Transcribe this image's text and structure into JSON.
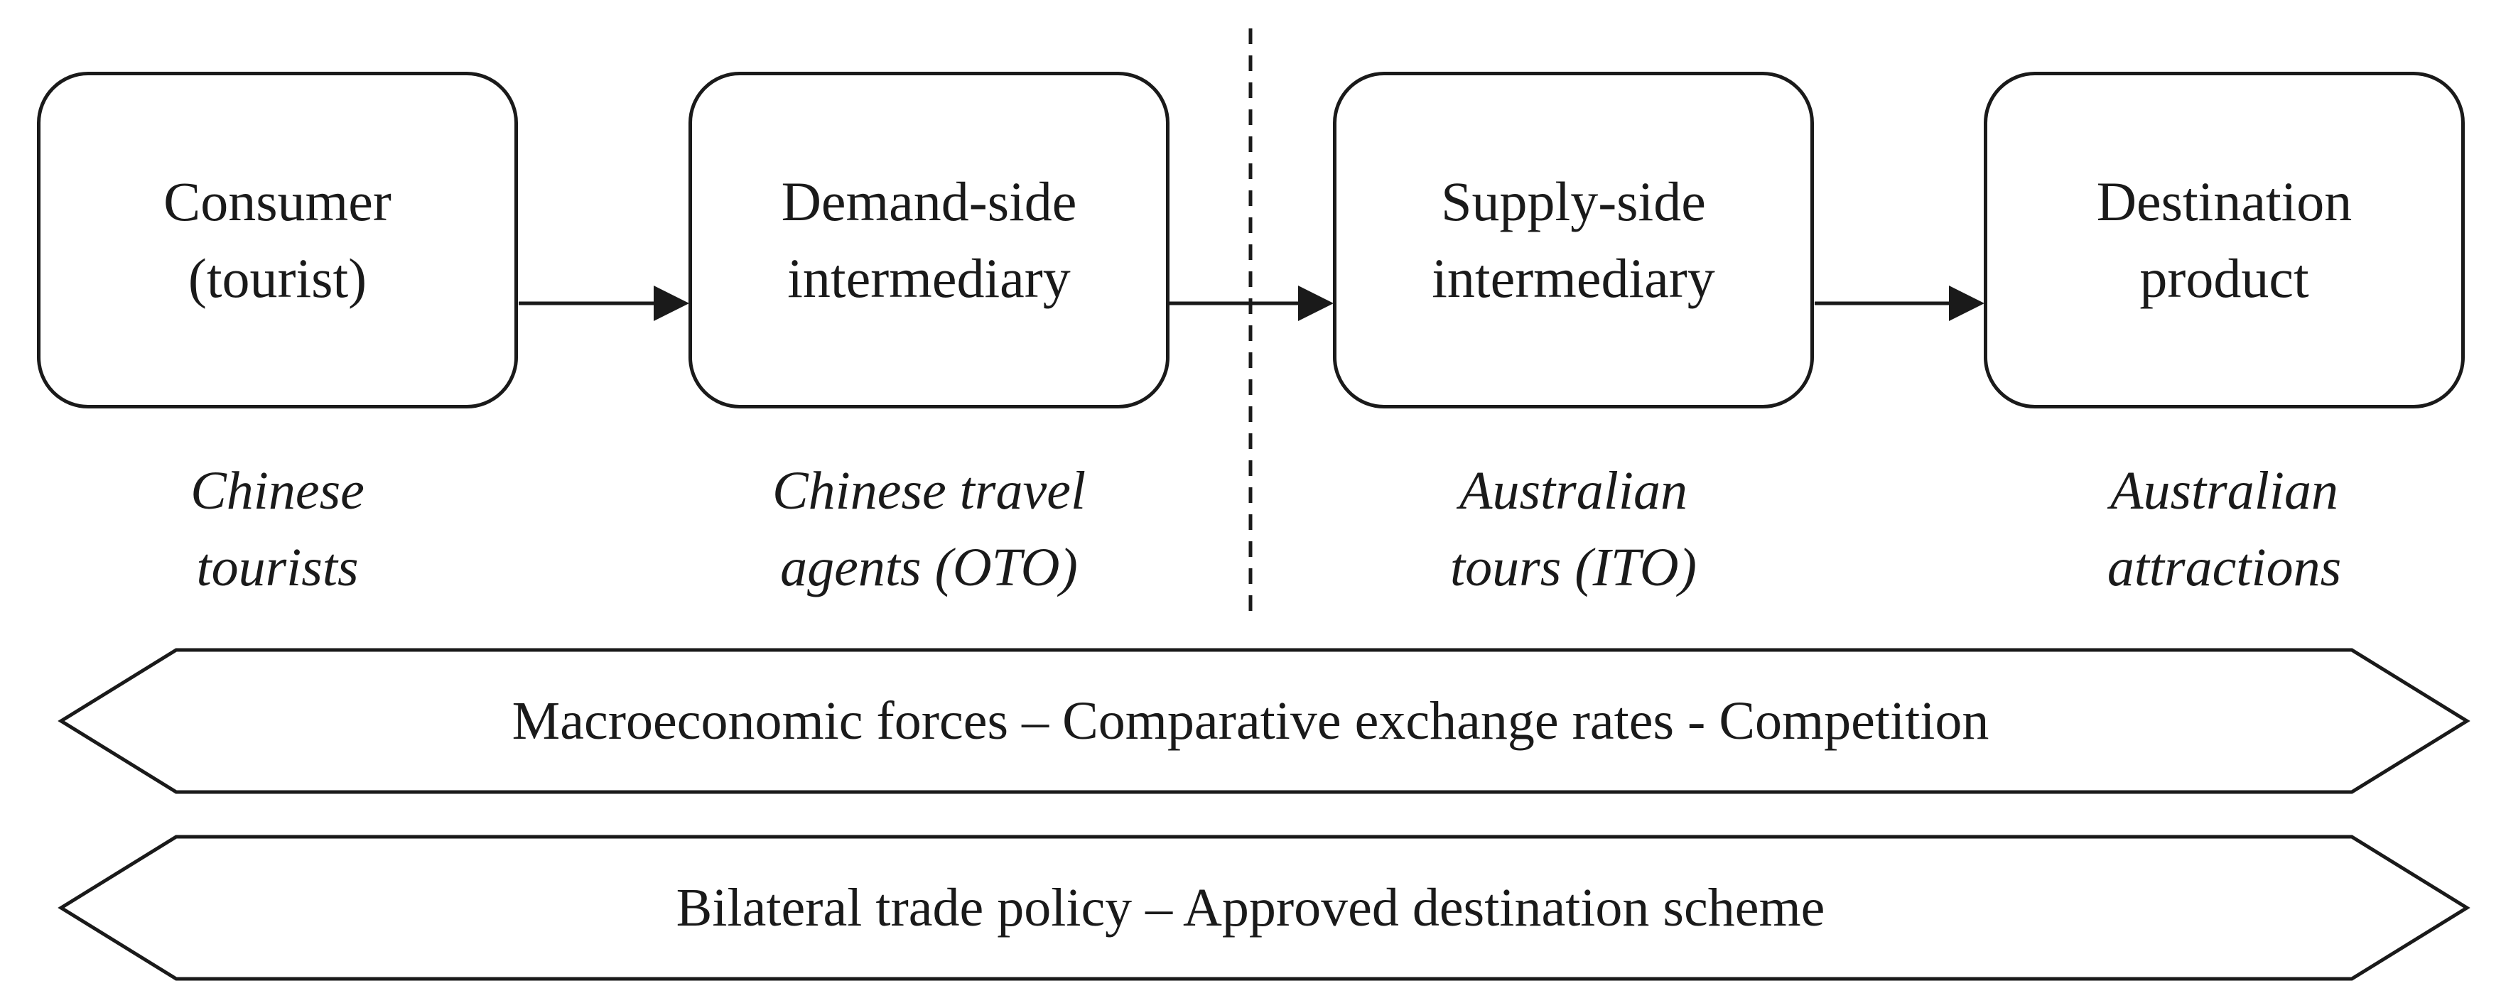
{
  "nodes": [
    {
      "id": "consumer",
      "lines": [
        "Consumer",
        "(tourist)"
      ],
      "caption": [
        "Chinese",
        "tourists"
      ]
    },
    {
      "id": "demand-side",
      "lines": [
        "Demand-side",
        "intermediary"
      ],
      "caption": [
        "Chinese travel",
        "agents (OTO)"
      ]
    },
    {
      "id": "supply-side",
      "lines": [
        "Supply-side",
        "intermediary"
      ],
      "caption": [
        "Australian",
        "tours (ITO)"
      ]
    },
    {
      "id": "destination",
      "lines": [
        "Destination",
        "product"
      ],
      "caption": [
        "Australian",
        "attractions"
      ]
    }
  ],
  "bands": [
    {
      "id": "macroeconomic",
      "label": "Macroeconomic forces – Comparative exchange rates - Competition"
    },
    {
      "id": "bilateral",
      "label": "Bilateral trade policy – Approved destination scheme"
    }
  ],
  "colors": {
    "stroke": "#1a1a1a",
    "background": "#ffffff"
  }
}
